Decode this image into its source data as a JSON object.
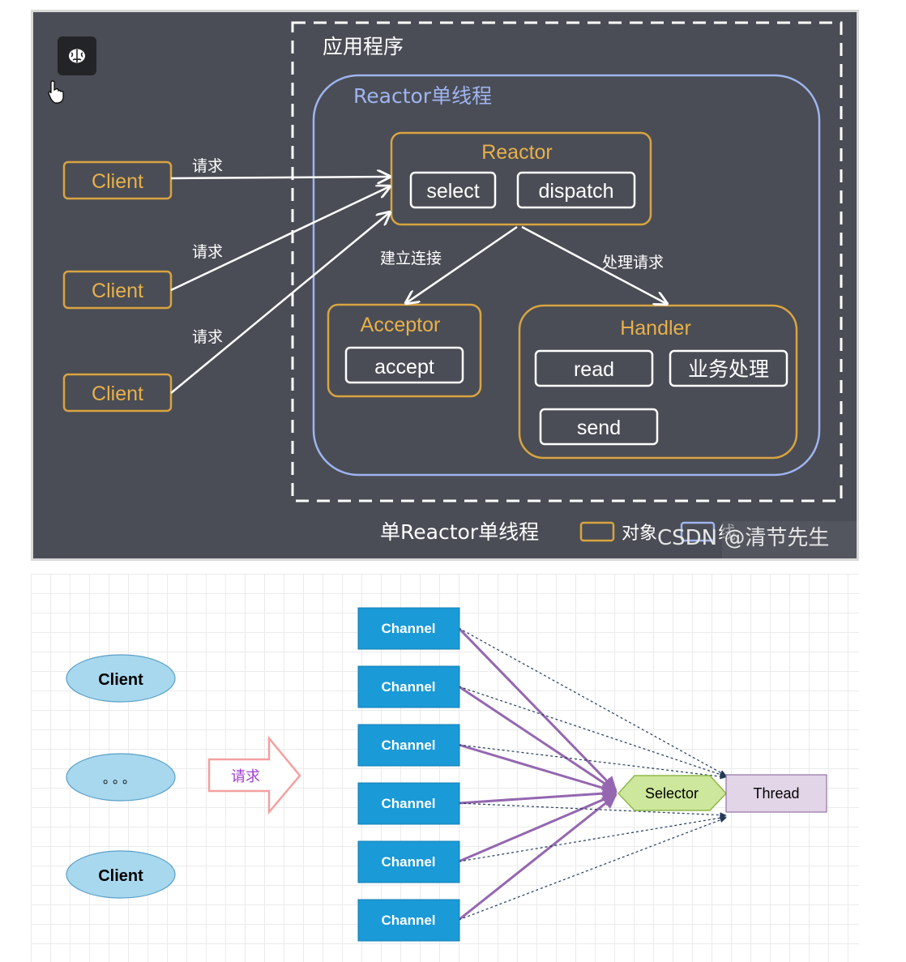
{
  "top_diagram": {
    "app_label": "应用程序",
    "reactor_thread_label": "Reactor单线程",
    "reactor": {
      "title": "Reactor",
      "select": "select",
      "dispatch": "dispatch"
    },
    "acceptor": {
      "title": "Acceptor",
      "accept": "accept"
    },
    "handler": {
      "title": "Handler",
      "read": "read",
      "business": "业务处理",
      "send": "send"
    },
    "clients": [
      "Client",
      "Client",
      "Client"
    ],
    "request_labels": [
      "请求",
      "请求",
      "请求"
    ],
    "connect_label": "建立连接",
    "process_label": "处理请求",
    "caption": "单Reactor单线程",
    "legend_object": "对象",
    "legend_thread": "线",
    "watermark": "CSDN @清节先生",
    "colors": {
      "background": "#4a4d55",
      "object_border": "#d9a441",
      "thread_border": "#9fb4f0",
      "text_gold": "#e8b04a"
    }
  },
  "bottom_diagram": {
    "clients": [
      "Client",
      "。。。",
      "Client"
    ],
    "request_arrow_label": "请求",
    "channels": [
      "Channel",
      "Channel",
      "Channel",
      "Channel",
      "Channel",
      "Channel"
    ],
    "selector": "Selector",
    "thread": "Thread",
    "colors": {
      "channel": "#1a9ad6",
      "client": "#a8d8ee",
      "selector": "#cde79c",
      "thread": "#e1d5e7",
      "line": "#9467b0",
      "arrow": "#f4a0a0"
    }
  }
}
